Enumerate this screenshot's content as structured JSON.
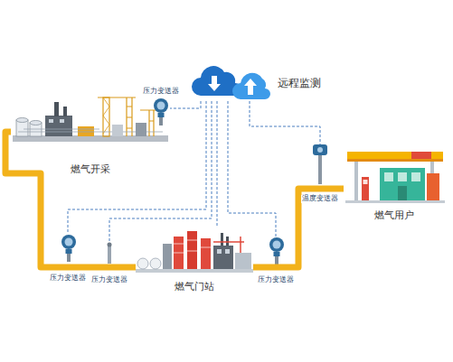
{
  "diagram": {
    "nodes": [
      {
        "text": [
          "远程监测"
        ]
      },
      {
        "text": [
          "压力变送器"
        ]
      },
      {
        "text": [
          "燃气开采"
        ]
      },
      {
        "text": [
          "温度变送器"
        ]
      },
      {
        "text": [
          "燃气用户"
        ]
      },
      {
        "text": [
          "压力变送器"
        ]
      },
      {
        "text": [
          "压力变送器"
        ]
      },
      {
        "text": [
          "燃气门站"
        ]
      },
      {
        "text": [
          "压力变送器"
        ]
      }
    ],
    "edges": [
      {
        "from": 2,
        "to": 7,
        "arrow": "none"
      },
      {
        "from": 7,
        "to": 4,
        "arrow": "none"
      },
      {
        "from": 0,
        "to": 1,
        "arrow": "none"
      },
      {
        "from": 0,
        "to": 5,
        "arrow": "none"
      },
      {
        "from": 0,
        "to": 6,
        "arrow": "none"
      },
      {
        "from": 0,
        "to": 7,
        "arrow": "none"
      },
      {
        "from": 0,
        "to": 8,
        "arrow": "none"
      },
      {
        "from": 0,
        "to": 3,
        "arrow": "none"
      }
    ]
  }
}
